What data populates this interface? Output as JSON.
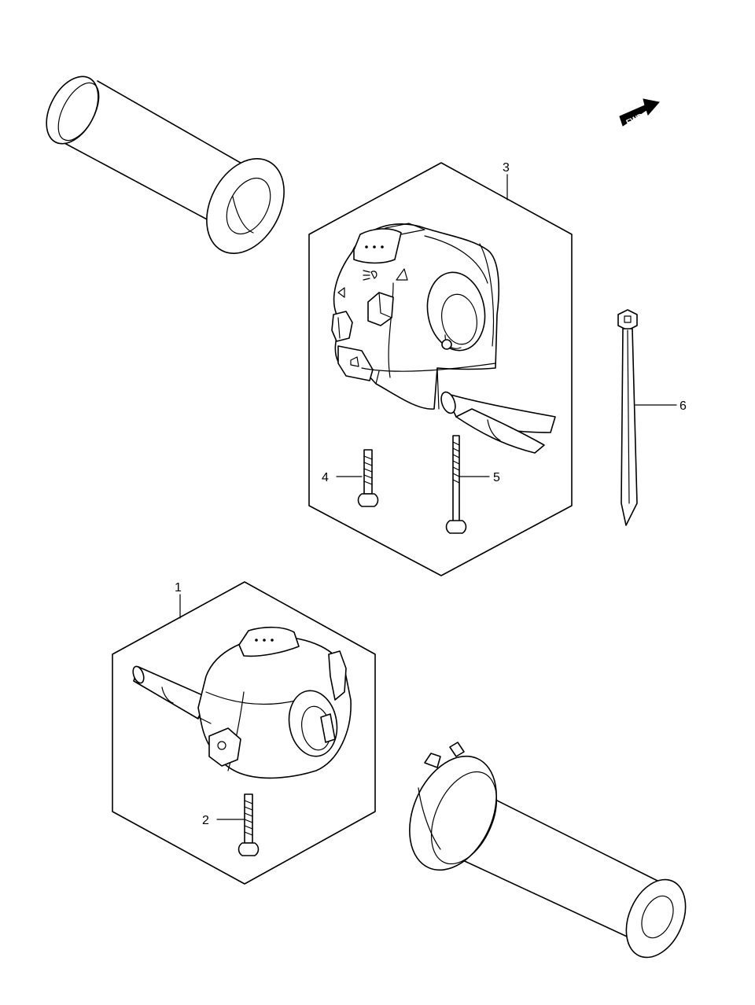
{
  "callouts": {
    "part_1": "1",
    "part_2": "2",
    "part_3": "3",
    "part_4": "4",
    "part_5": "5",
    "part_6": "6"
  },
  "fwd_badge": "FWD",
  "colors": {
    "line": "#000000",
    "background": "#ffffff"
  },
  "icons": [
    "fwd-arrow-icon",
    "headlight-icon",
    "hazard-icon",
    "turn-signal-icon",
    "horn-icon"
  ]
}
